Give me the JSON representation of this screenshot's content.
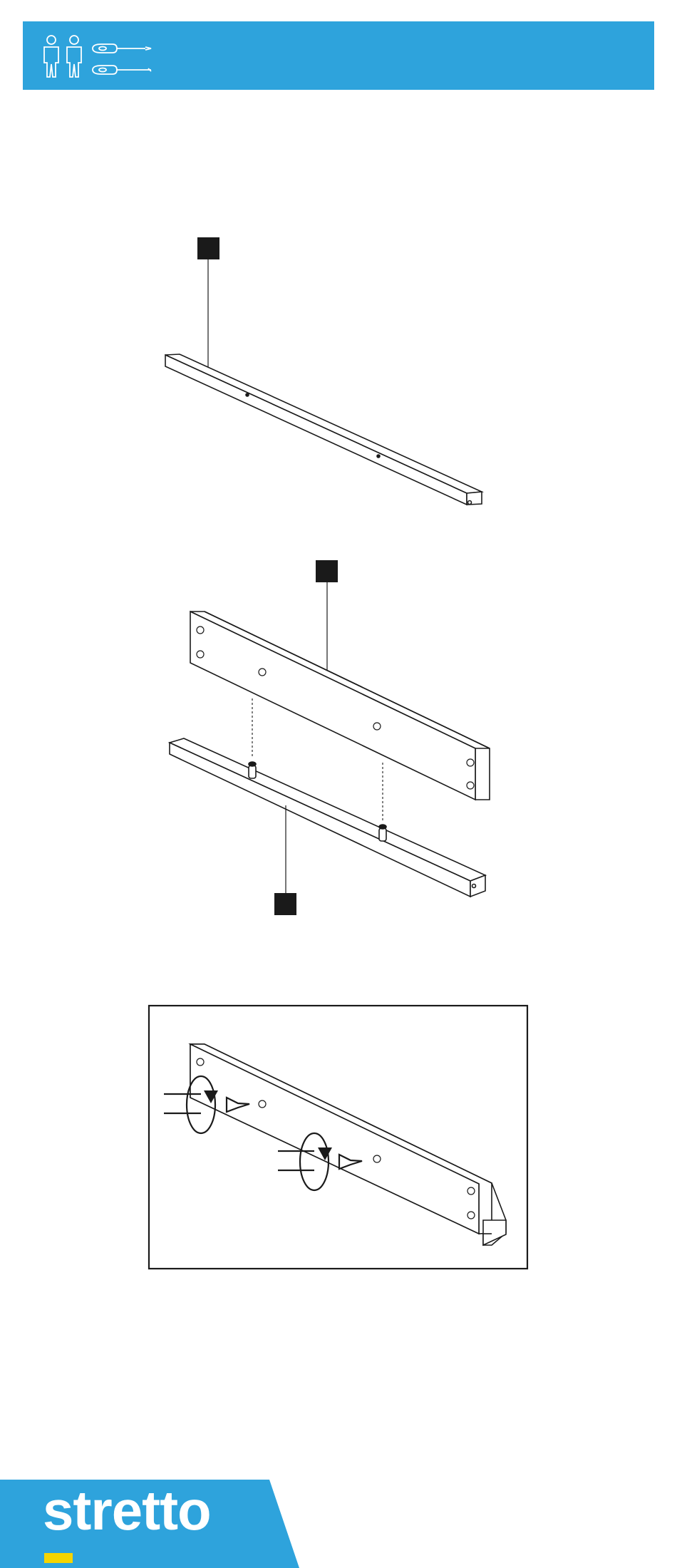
{
  "header": {
    "background_color": "#2ea3dc",
    "people_icon": "two-persons-icon",
    "tool_icons": [
      "screwdriver-icon",
      "screwdriver-icon"
    ]
  },
  "steps": [
    {
      "part_label_icon": "part-marker-square"
    },
    {
      "part_label_icons": [
        "part-marker-square",
        "part-marker-square"
      ]
    },
    {
      "detail_box": true,
      "action_icons": [
        "rotate-clockwise-icon",
        "rotate-clockwise-icon"
      ]
    }
  ],
  "footer": {
    "brand": "stretto",
    "brand_color": "#2ea3dc",
    "accent_color": "#f5d400"
  }
}
